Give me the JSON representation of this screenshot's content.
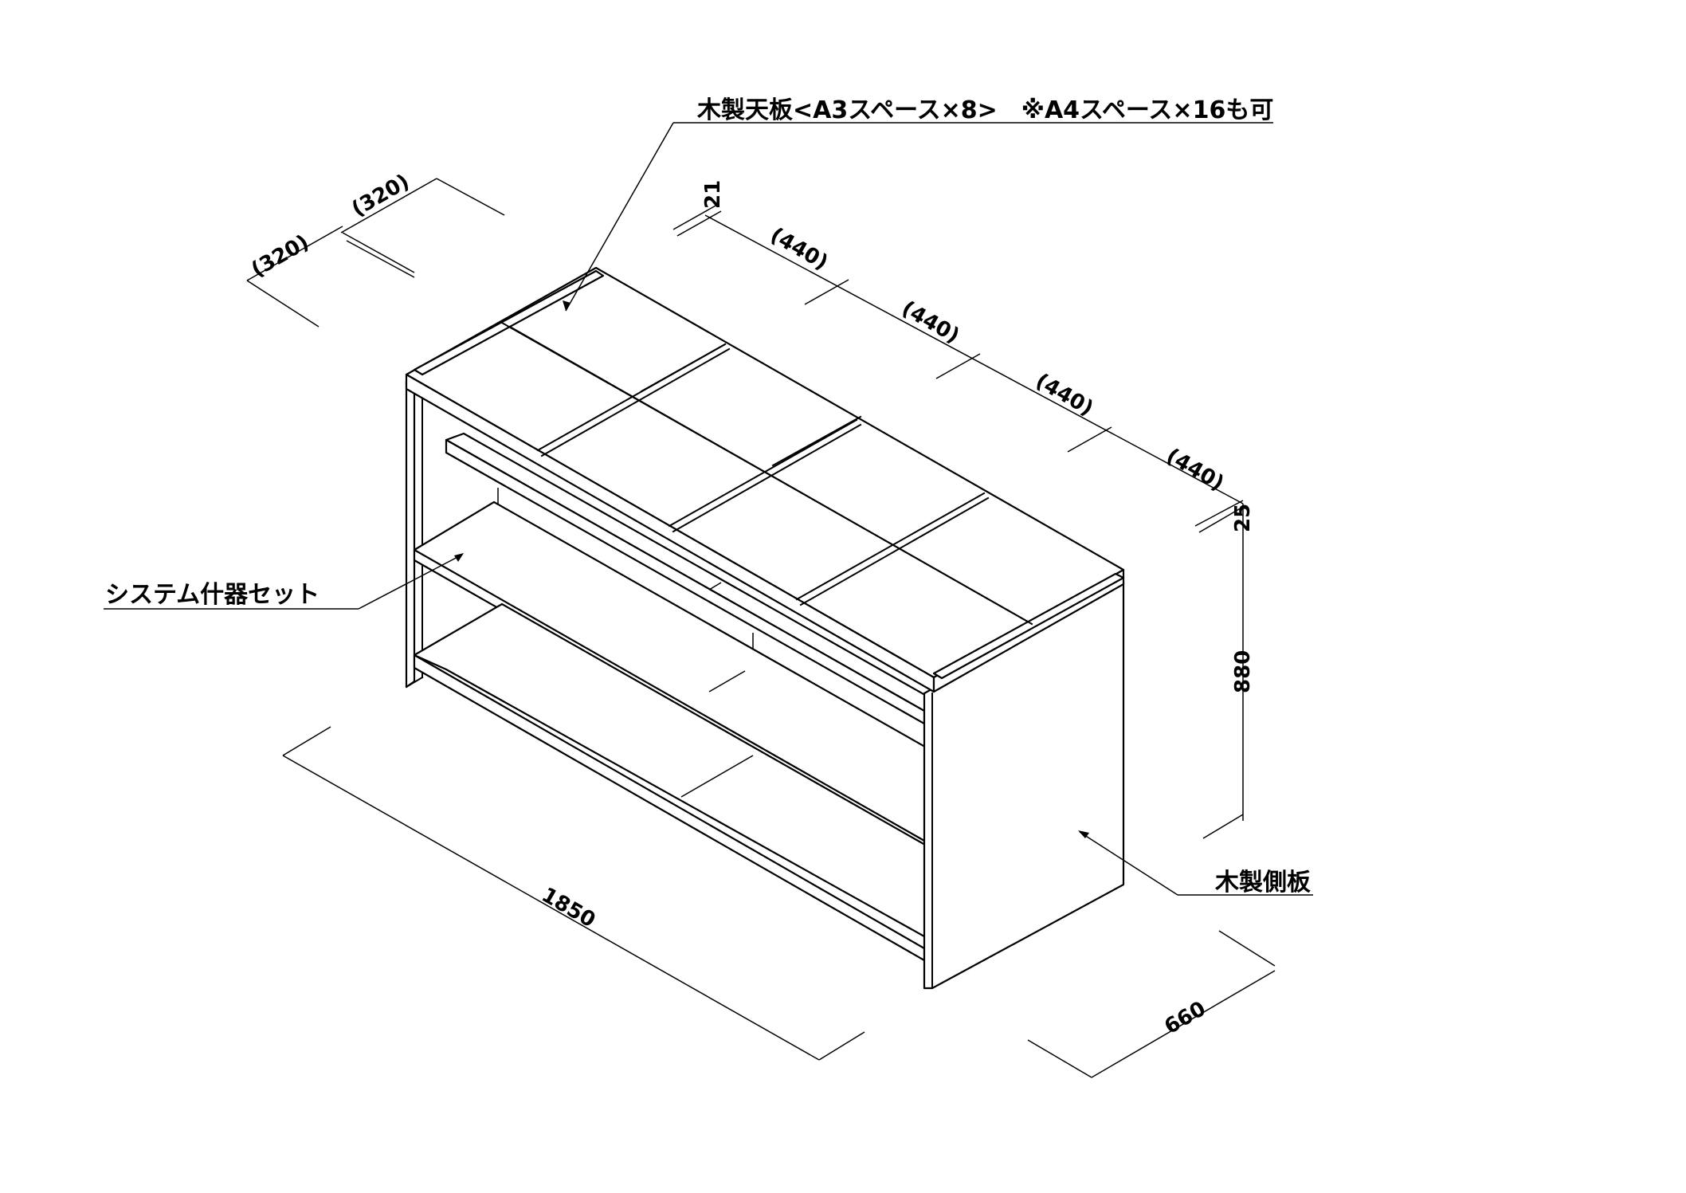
{
  "labels": {
    "top_board": "木製天板<A3スペース×8>　※A4スペース×16も可",
    "system_set": "システム什器セット",
    "side_board": "木製側板"
  },
  "dimensions": {
    "depth_a": "(320)",
    "depth_b": "(320)",
    "top_thickness": "21",
    "span_1": "(440)",
    "span_2": "(440)",
    "span_3": "(440)",
    "span_4": "(440)",
    "top_offset": "25",
    "height": "880",
    "width": "1850",
    "depth": "660"
  }
}
